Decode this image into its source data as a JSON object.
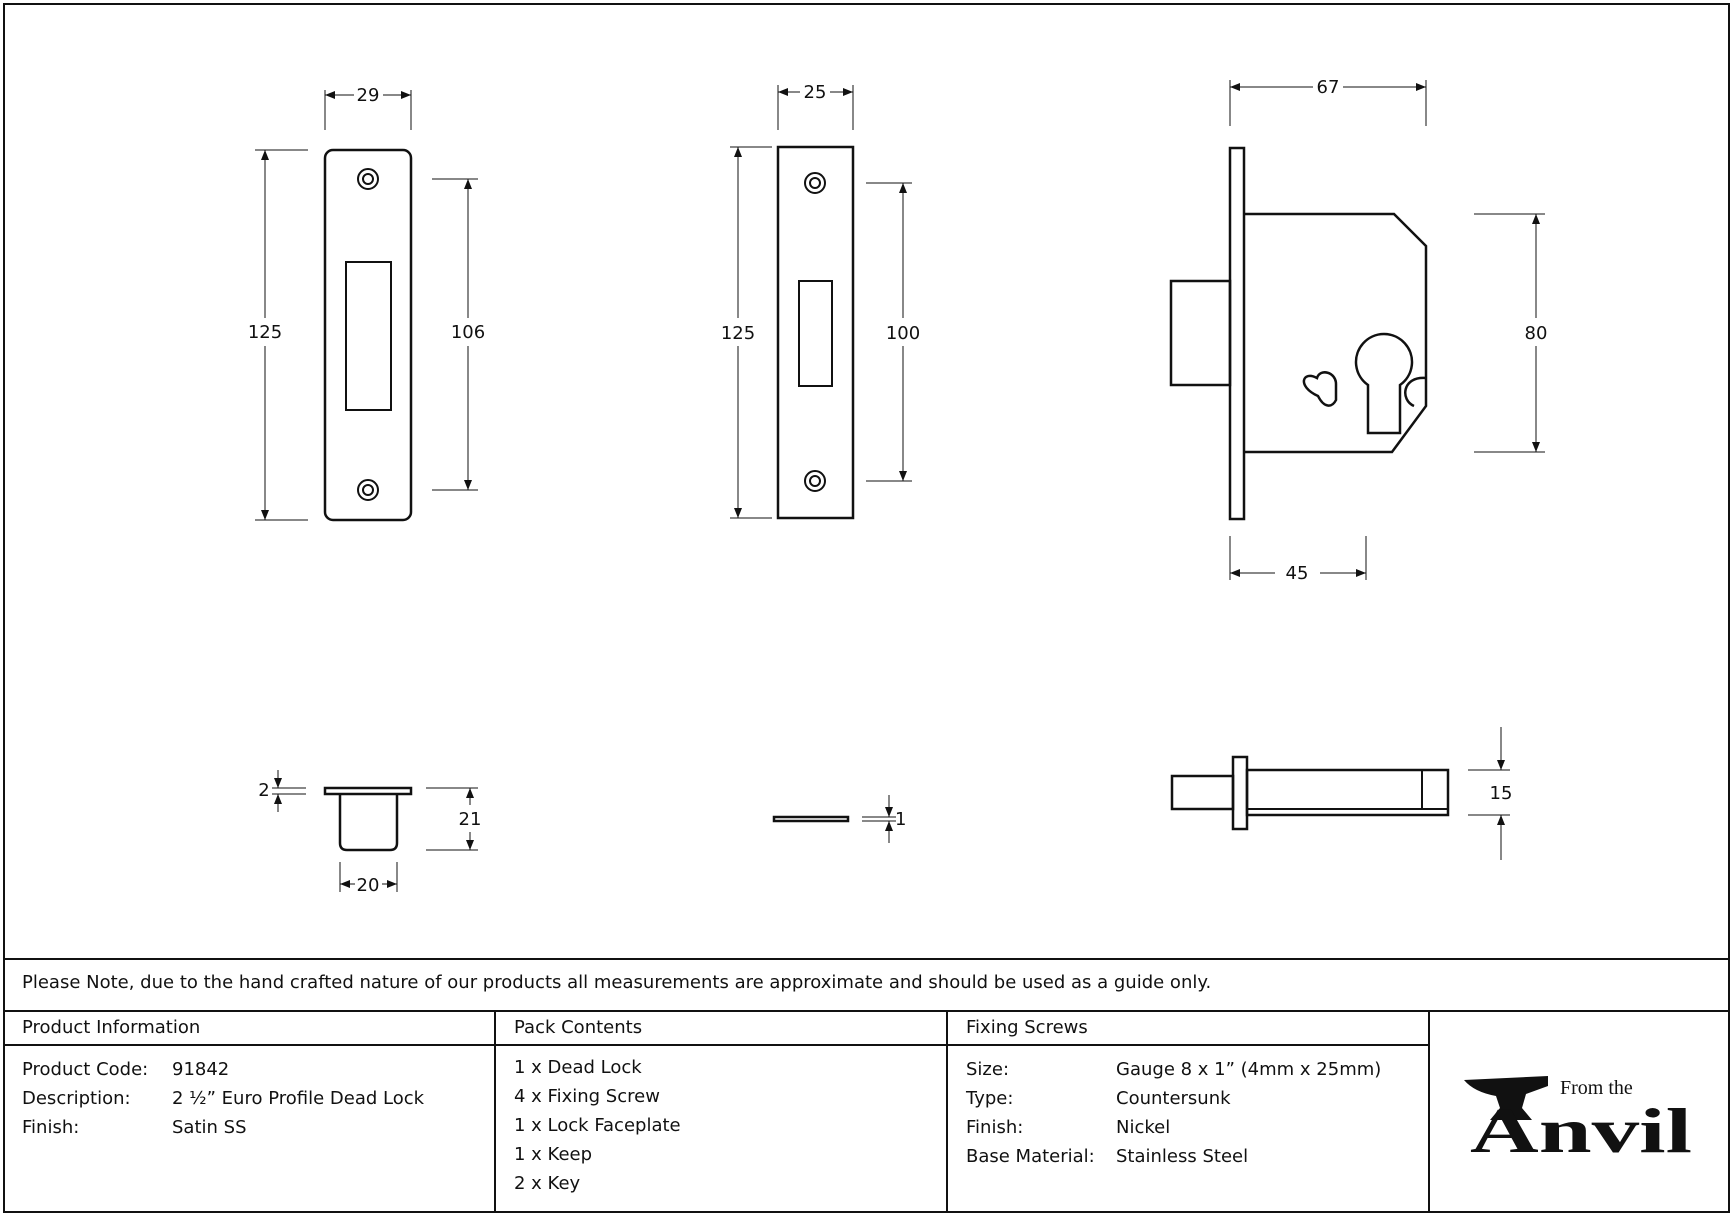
{
  "drawings": {
    "faceplate_large": {
      "width": "29",
      "height": "125",
      "hole_spacing": "106"
    },
    "faceplate_small": {
      "width": "25",
      "height": "125",
      "hole_spacing": "100"
    },
    "lock_body": {
      "width": "67",
      "height": "80",
      "backset": "45"
    },
    "keep": {
      "flange": "2",
      "depth": "21",
      "width": "20"
    },
    "plate_thickness": "1",
    "lock_side_thickness": "15"
  },
  "note": "Please Note, due to the hand crafted nature of our products all measurements are approximate and should be used as a guide only.",
  "product_information": {
    "header": "Product Information",
    "rows": [
      {
        "label": "Product Code:",
        "value": "91842"
      },
      {
        "label": "Description:",
        "value": "2 ½” Euro Profile Dead Lock"
      },
      {
        "label": "Finish:",
        "value": "Satin SS"
      }
    ]
  },
  "pack_contents": {
    "header": "Pack Contents",
    "items": [
      "1 x Dead Lock",
      "4 x Fixing Screw",
      "1 x Lock Faceplate",
      "1 x Keep",
      "2 x Key"
    ]
  },
  "fixing_screws": {
    "header": "Fixing Screws",
    "rows": [
      {
        "label": "Size:",
        "value": "Gauge 8 x 1” (4mm x 25mm)"
      },
      {
        "label": "Type:",
        "value": "Countersunk"
      },
      {
        "label": "Finish:",
        "value": "Nickel"
      },
      {
        "label": "Base Material:",
        "value": "Stainless Steel"
      }
    ]
  },
  "logo": {
    "small_text": "From the",
    "big_text": "Anvil"
  }
}
